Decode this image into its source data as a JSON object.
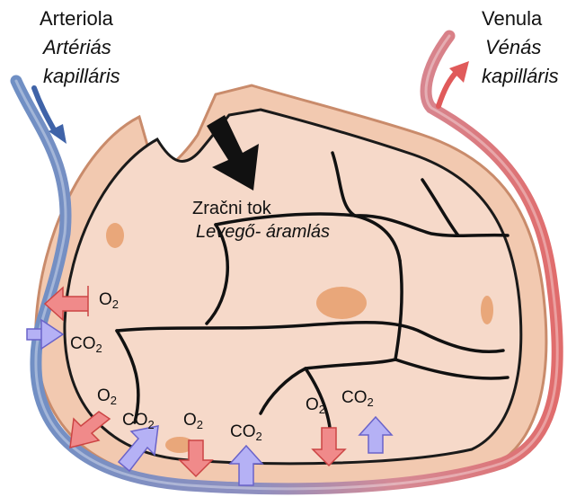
{
  "labels": {
    "arteriole_hr": "Arteriola",
    "arteriole_hu_1": "Artériás",
    "arteriole_hu_2": "kapilláris",
    "venule_hr": "Venula",
    "venule_hu_1": "Vénás",
    "venule_hu_2": "kapilláris",
    "airflow_hr": "Zračni tok",
    "airflow_hu": "Levegő- áramlás"
  },
  "gases": {
    "o2": {
      "base": "O",
      "sub": "2"
    },
    "co2": {
      "base": "CO",
      "sub": "2"
    }
  },
  "colors": {
    "artery": "#6f8fc4",
    "vein": "#e06c6c",
    "alveolus_fill": "#f6d9c9",
    "o2_arrow": "#f08a8a",
    "co2_arrow": "#a9a6f2",
    "air_arrow": "#111111"
  }
}
